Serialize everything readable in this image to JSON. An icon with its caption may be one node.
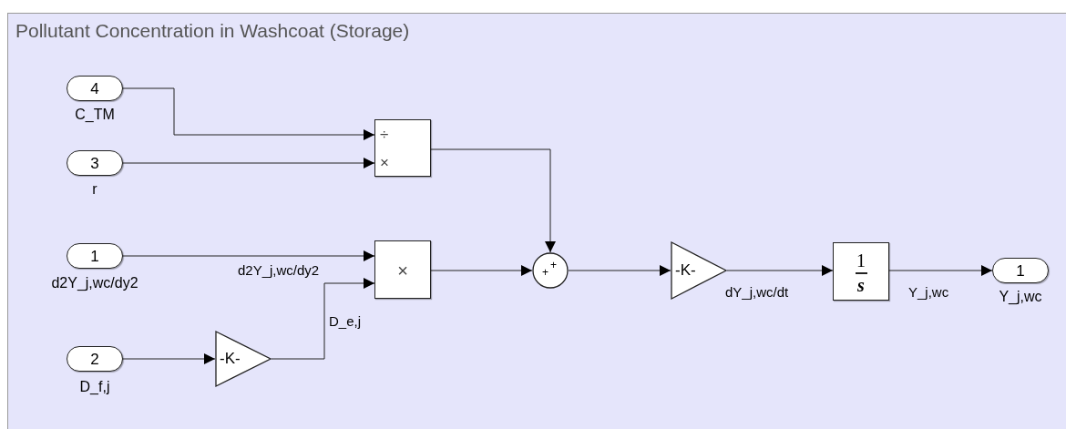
{
  "diagram": {
    "nodes": [
      {
        "text": [
          "Pollutant Concentration in Washcoat (Storage)"
        ]
      },
      {
        "text": [
          "4"
        ],
        "beside": [
          "C_TM"
        ],
        "in": 0
      },
      {
        "text": [
          "3"
        ],
        "beside": [
          "r"
        ],
        "in": 0
      },
      {
        "text": [
          "1"
        ],
        "beside": [
          "d2Y_j,wc/dy2"
        ],
        "in": 0
      },
      {
        "text": [
          "2"
        ],
        "beside": [
          "D_f,j"
        ],
        "in": 0
      },
      {
        "text": [
          "÷",
          "×"
        ],
        "in": 0
      },
      {
        "text": [
          "×"
        ],
        "in": 0
      },
      {
        "text": [
          "-K-"
        ],
        "in": 0
      },
      {
        "text": [
          "+",
          "+"
        ],
        "in": 0
      },
      {
        "text": [
          "-K-"
        ],
        "in": 0
      },
      {
        "text": [
          "1",
          "s"
        ],
        "in": 0
      },
      {
        "text": [
          "1"
        ],
        "beside": [
          "Y_j,wc"
        ],
        "in": 0
      }
    ],
    "edges": [
      {
        "from": 1,
        "to": 5,
        "arrow": "to"
      },
      {
        "from": 2,
        "to": 5,
        "arrow": "to"
      },
      {
        "from": 3,
        "to": 6,
        "arrow": "to",
        "label": "d2Y_j,wc/dy2"
      },
      {
        "from": 4,
        "to": 7,
        "arrow": "to"
      },
      {
        "from": 7,
        "to": 6,
        "arrow": "to",
        "label": "D_e,j"
      },
      {
        "from": 5,
        "to": 8,
        "arrow": "to"
      },
      {
        "from": 6,
        "to": 8,
        "arrow": "to"
      },
      {
        "from": 8,
        "to": 9,
        "arrow": "to"
      },
      {
        "from": 9,
        "to": 10,
        "arrow": "to",
        "label": "dY_j,wc/dt"
      },
      {
        "from": 10,
        "to": 11,
        "arrow": "to",
        "label": "Y_j,wc"
      }
    ]
  }
}
